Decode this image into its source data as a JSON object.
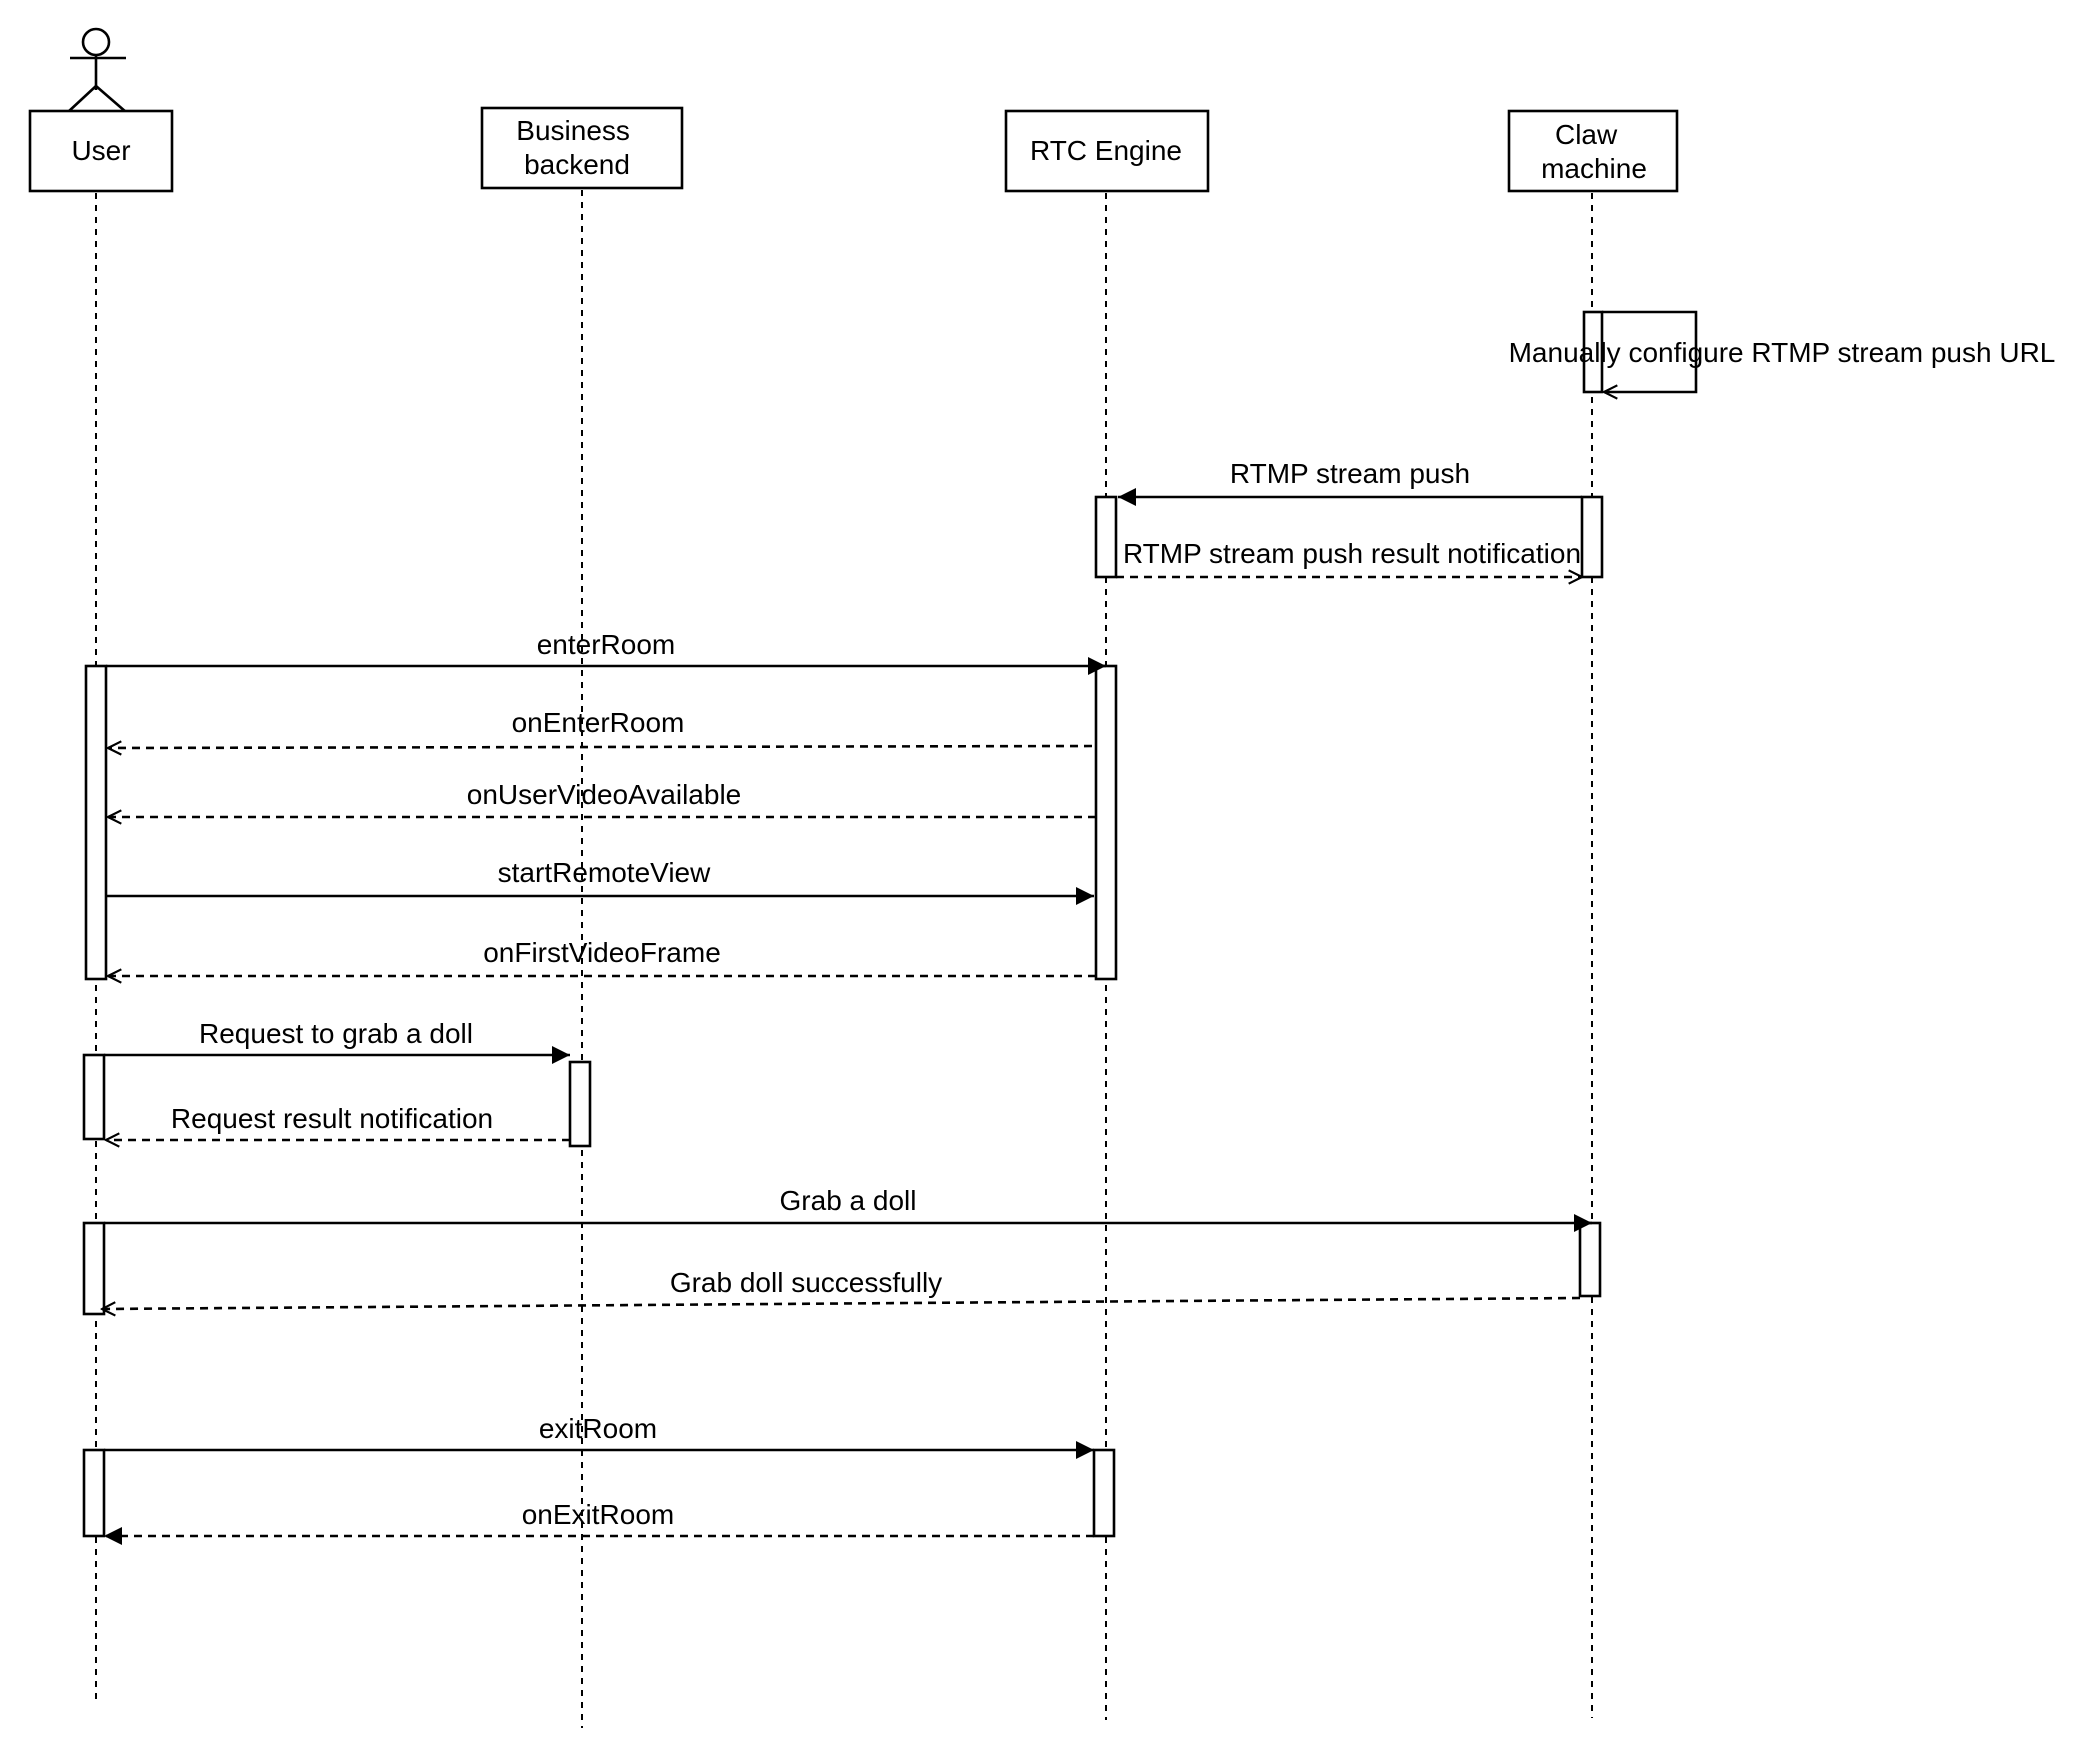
{
  "participants": [
    {
      "id": "user",
      "name": "User"
    },
    {
      "id": "business",
      "name": "Business backend"
    },
    {
      "id": "rtc",
      "name": "RTC Engine"
    },
    {
      "id": "claw",
      "name": "Claw machine"
    }
  ],
  "messages": [
    {
      "id": "manual-config",
      "label": "Manually configure RTMP stream push URL",
      "from": "claw",
      "to": "claw",
      "style": "solid"
    },
    {
      "id": "rtmp-push",
      "label": "RTMP stream push",
      "from": "claw",
      "to": "rtc",
      "style": "solid"
    },
    {
      "id": "rtmp-result",
      "label": "RTMP stream push result notification",
      "from": "rtc",
      "to": "claw",
      "style": "dashed"
    },
    {
      "id": "enter-room",
      "label": "enterRoom",
      "from": "user",
      "to": "rtc",
      "style": "solid"
    },
    {
      "id": "on-enter-room",
      "label": "onEnterRoom",
      "from": "rtc",
      "to": "user",
      "style": "dashed"
    },
    {
      "id": "on-user-video-available",
      "label": "onUserVideoAvailable",
      "from": "rtc",
      "to": "user",
      "style": "dashed"
    },
    {
      "id": "start-remote-view",
      "label": "startRemoteView",
      "from": "user",
      "to": "rtc",
      "style": "solid"
    },
    {
      "id": "on-first-video-frame",
      "label": "onFirstVideoFrame",
      "from": "rtc",
      "to": "user",
      "style": "dashed"
    },
    {
      "id": "request-grab",
      "label": "Request to grab a doll",
      "from": "user",
      "to": "business",
      "style": "solid"
    },
    {
      "id": "request-result",
      "label": "Request result notification",
      "from": "business",
      "to": "user",
      "style": "dashed"
    },
    {
      "id": "grab-doll",
      "label": "Grab a doll",
      "from": "user",
      "to": "claw",
      "style": "solid"
    },
    {
      "id": "grab-success",
      "label": "Grab doll successfully",
      "from": "claw",
      "to": "user",
      "style": "dashed"
    },
    {
      "id": "exit-room",
      "label": "exitRoom",
      "from": "user",
      "to": "rtc",
      "style": "solid"
    },
    {
      "id": "on-exit-room",
      "label": "onExitRoom",
      "from": "rtc",
      "to": "user",
      "style": "dashed"
    }
  ]
}
